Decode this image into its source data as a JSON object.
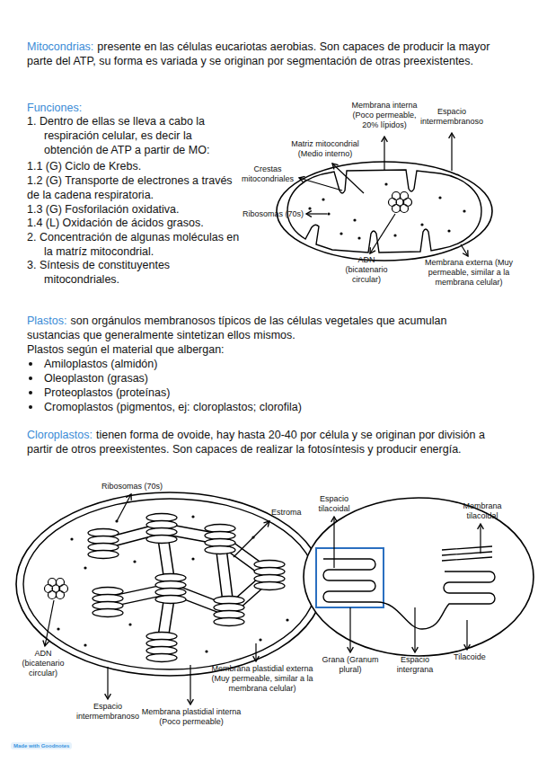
{
  "diagram": {
    "labels": [
      "Mitocondrias:",
      "presente en las células eucariotas aerobias. Son capaces de producir la mayor parte del ATP, su forma es variada y se originan por segmentación de otras preexistentes.",
      "Funciones:",
      "1. Dentro de ellas se lleva a cabo la respiración celular, es decir la obtención de ATP a partir de MO:",
      "1.1 (G) Ciclo de Krebs.",
      "1.2 (G) Transporte de electrones a través de la cadena respiratoria.",
      "1.3 (G) Fosforilación oxidativa.",
      "1.4 (L) Oxidación de ácidos grasos.",
      "2. Concentración de algunas moléculas en la matríz mitocondrial.",
      "3. Síntesis de constituyentes mitocondriales.",
      "Membrana interna (Poco permeable, 20% lípidos)",
      "Espacio intermembranoso",
      "Matriz mitocondrial (Medio interno)",
      "Crestas mitocondriales",
      "Ribosomas (70s)",
      "ADN (bicatenario circular)",
      "Membrana externa (Muy permeable, similar a la membrana celular)",
      "Plastos:",
      "son orgánulos membranosos típicos de las células vegetales que acumulan sustancias que generalmente sintetizan ellos mismos.",
      "Plastos según el material que albergan:",
      "Amiloplastos (almidón)",
      "Oleoplaston (grasas)",
      "Proteoplastos (proteínas)",
      "Cromoplastos (pigmentos, ej: cloroplastos; clorofila)",
      "Cloroplastos:",
      "tienen forma de ovoide, hay hasta 20-40 por célula y se originan por división a partir de otros preexistentes. Son capaces de realizar la fotosíntesis y producir energía.",
      "Ribosomas (70s)",
      "Estroma",
      "Espacio tilacoidal",
      "Membrana tilacoidal",
      "ADN (bicatenario circular)",
      "Grana (Granum plural)",
      "Espacio intergrana",
      "Tilacoide",
      "Membrana plastidial externa (Muy permeable, similar a la membrana celular)",
      "Espacio intermembranoso",
      "Membrana plastidial interna (Poco permeable)",
      "Made with Goodnotes"
    ]
  }
}
